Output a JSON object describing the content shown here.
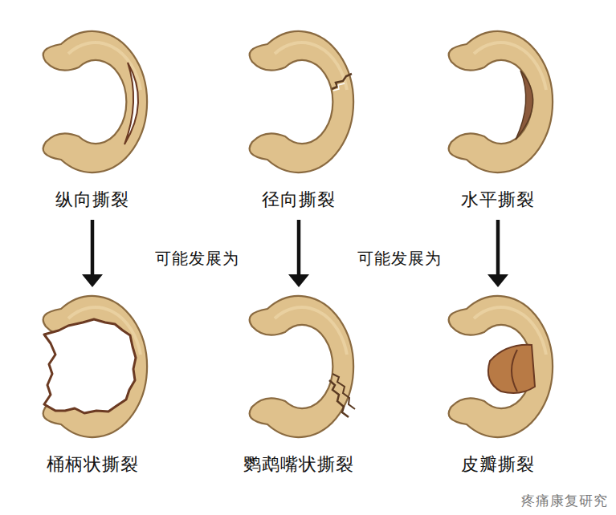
{
  "diagram": {
    "nodes": [
      {
        "text": [
          "纵向撕裂"
        ]
      },
      {
        "text": [
          "径向撕裂"
        ]
      },
      {
        "text": [
          "水平撕裂"
        ]
      },
      {
        "text": [
          "桶柄状撕裂"
        ]
      },
      {
        "text": [
          "鹦鹉嘴状撕裂"
        ]
      },
      {
        "text": [
          "皮瓣撕裂"
        ]
      }
    ],
    "edges": [
      {
        "from": 0,
        "to": 3,
        "arrow": "to"
      },
      {
        "from": 1,
        "to": 4,
        "arrow": "to"
      },
      {
        "from": 2,
        "to": 5,
        "arrow": "to"
      }
    ],
    "labels": [
      "可能发展为",
      "可能发展为",
      "疼痛康复研究"
    ]
  }
}
